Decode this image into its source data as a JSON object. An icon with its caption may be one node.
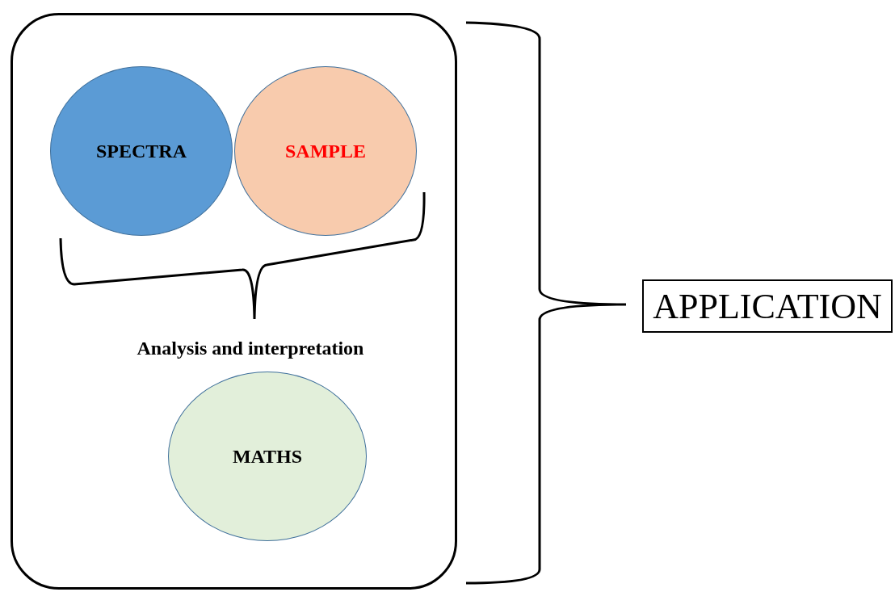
{
  "diagram": {
    "nodes": [
      {
        "text": [],
        "shape": "box"
      },
      {
        "text": [
          "SPECTRA"
        ],
        "in": 0
      },
      {
        "text": [
          "SAMPLE"
        ],
        "in": 0
      },
      {
        "text": [
          "MATHS"
        ],
        "in": 0
      },
      {
        "text": [
          "APPLICATION"
        ]
      }
    ],
    "labels": [
      "Analysis and interpretation"
    ]
  }
}
